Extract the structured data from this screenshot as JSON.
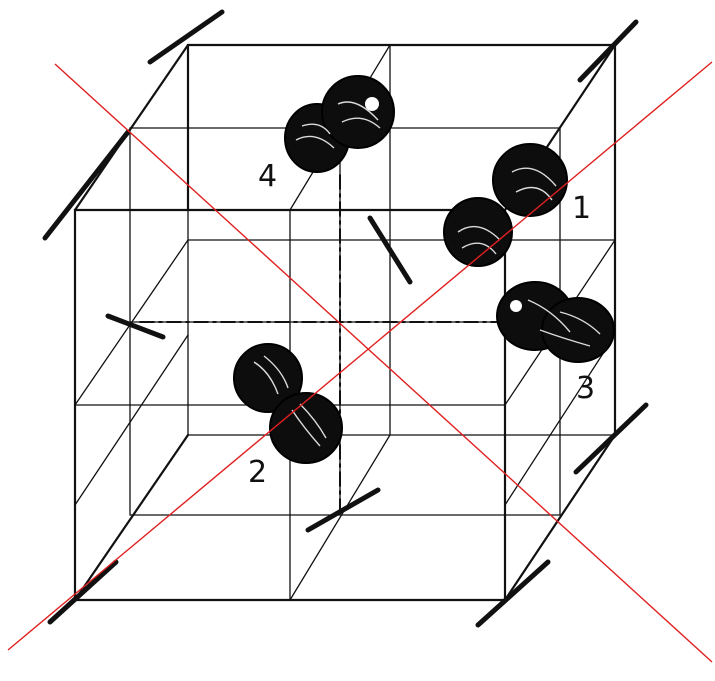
{
  "molecule_labels": [
    "1",
    "2",
    "3",
    "4"
  ],
  "colors": {
    "lines": "#111111",
    "atoms": "#0d0d0d",
    "cross_out": "#e02020",
    "background": "#ffffff"
  },
  "icon_names": [
    "cube-lattice",
    "dimer-molecule",
    "cross-out-mark"
  ]
}
